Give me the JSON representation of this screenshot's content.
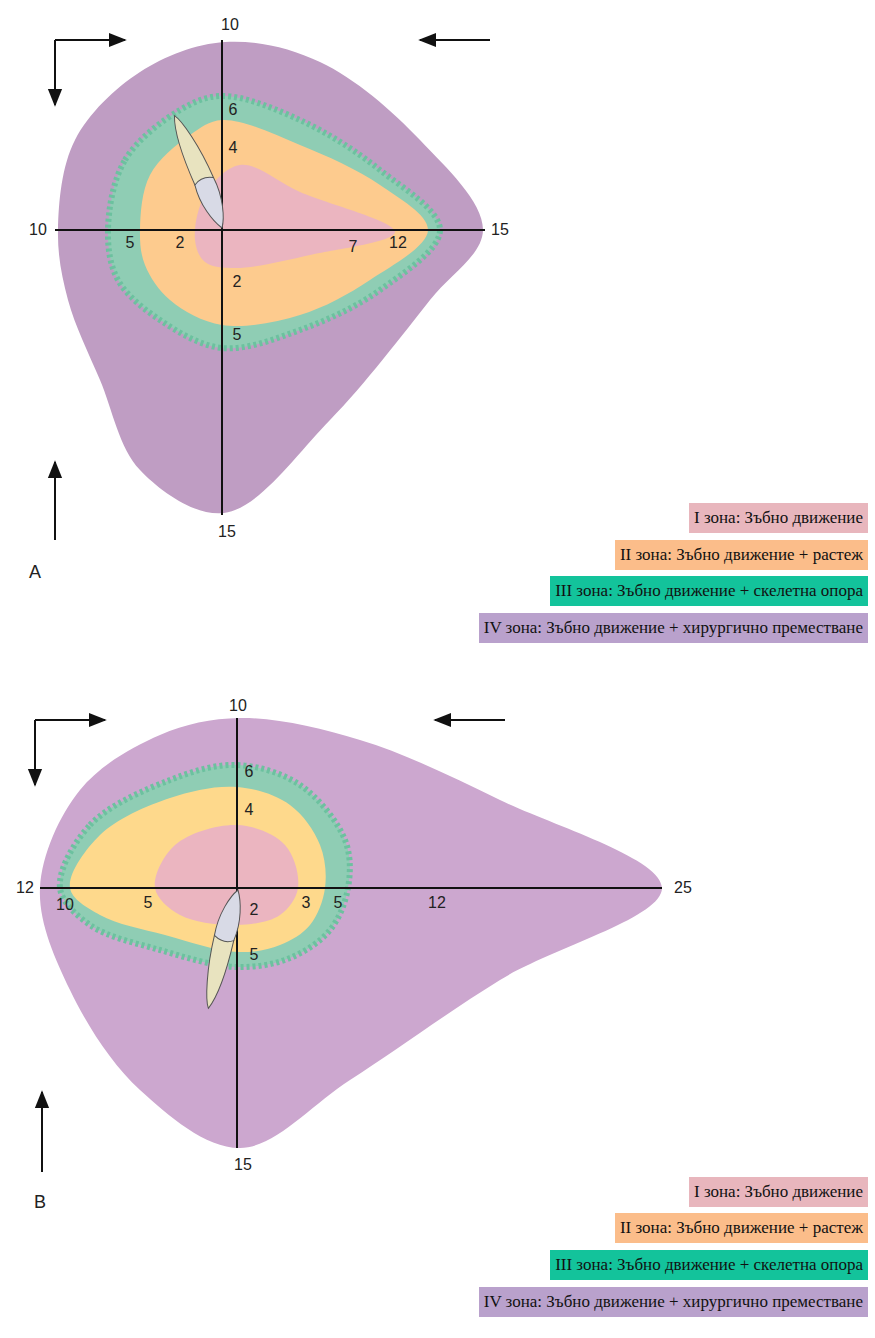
{
  "diagram": {
    "labels": [
      "10",
      "10",
      "15",
      "15",
      "6",
      "4",
      "5",
      "2",
      "7",
      "12",
      "2",
      "5",
      "A",
      "10",
      "12",
      "25",
      "15",
      "6",
      "4",
      "10",
      "5",
      "3",
      "5",
      "12",
      "2",
      "5",
      "B"
    ],
    "legend": [
      {
        "text": "I зона: Зъбно движение",
        "color": "#e8b6bd"
      },
      {
        "text": "II зона: Зъбно движение + растеж",
        "color": "#fbbd8a"
      },
      {
        "text": "III зона: Зъбно движение + скелетна опора",
        "color": "#13c39b"
      },
      {
        "text": "IV зона: Зъбно движение + хирургично преместване",
        "color": "#b9a1cc"
      },
      {
        "text": "I зона: Зъбно движение",
        "color": "#e8b6bd"
      },
      {
        "text": "II зона: Зъбно движение + растеж",
        "color": "#fbbd8a"
      },
      {
        "text": "III зона: Зъбно движение + скелетна опора",
        "color": "#13c39b"
      },
      {
        "text": "IV зона: Зъбно движение + хирургично преместване",
        "color": "#b9a1cc"
      }
    ]
  }
}
